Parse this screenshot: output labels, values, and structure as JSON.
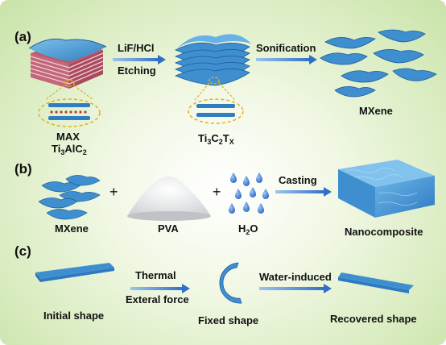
{
  "panels": {
    "a": "(a)",
    "b": "(b)",
    "c": "(c)"
  },
  "row_a": {
    "arrow1_top": "LiF/HCl",
    "arrow1_bottom": "Etching",
    "arrow2_top": "Sonification",
    "max_label": "MAX",
    "max_formula": {
      "ti": "Ti",
      "ti_sub": "3",
      "al": "AlC",
      "c_sub": "2"
    },
    "ti3c2tx": {
      "ti": "Ti",
      "ti_sub": "3",
      "c": "C",
      "c_sub": "2",
      "t": "T",
      "t_sub": "X"
    },
    "mxene_label": "MXene"
  },
  "row_b": {
    "mxene": "MXene",
    "plus": "+",
    "pva": "PVA",
    "water": {
      "h": "H",
      "sub": "2",
      "o": "O"
    },
    "arrow": "Casting",
    "product": "Nanocomposite"
  },
  "row_c": {
    "initial": "Initial shape",
    "arrow1_top": "Thermal",
    "arrow1_bottom": "Exteral force",
    "fixed": "Fixed shape",
    "arrow2_top": "Water-induced",
    "recovered": "Recovered shape"
  },
  "colors": {
    "mxene_blue": "#3f8fd0",
    "arrow_blue": "#2f6fc8",
    "max_pink": "#c2667a",
    "dashed_gold": "#e0b11a"
  }
}
